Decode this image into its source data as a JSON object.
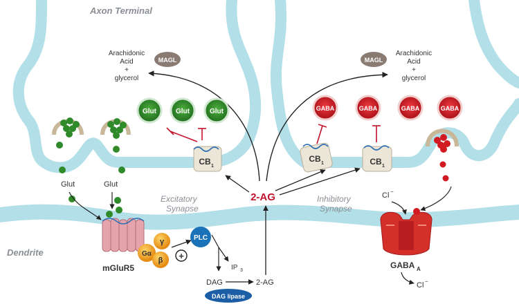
{
  "regions": {
    "axon_terminal": "Axon Terminal",
    "dendrite": "Dendrite",
    "excitatory": [
      "Excitatory",
      "Synapse"
    ],
    "inhibitory": [
      "Inhibitory",
      "Synapse"
    ]
  },
  "labels": {
    "magl": "MAGL",
    "aa_lines": [
      "Arachidonic",
      "Acid",
      "+",
      "glycerol"
    ],
    "vesicle_glut": "Glut",
    "vesicle_gaba": "GABA",
    "glut": "Glut",
    "cb1": "CB",
    "cb1_sub": "1",
    "two_ag": "2-AG",
    "mglur5": "mGluR5",
    "g_alpha": "Gα",
    "g_beta": "β",
    "g_gamma": "γ",
    "plc": "PLC",
    "plus": "+",
    "ip3": "IP",
    "ip3_sub": "3",
    "dag": "DAG",
    "dag_lipase": "DAG lipase",
    "cl": "Cl",
    "cl_sup": "−",
    "gaba_a": "GABA",
    "gaba_a_sub": "A"
  },
  "colors": {
    "membrane": "#b3dfe8",
    "membrane_edge": "#8ecbd8",
    "glut_green": "#2f8a2a",
    "gaba_red": "#d11a22",
    "accent": "#c3112b",
    "plc_blue": "#1a73b8",
    "dag_lipase_blue": "#1b5ea6",
    "magl_brown": "#8a7b72",
    "g_orange": "#f2a21c"
  }
}
